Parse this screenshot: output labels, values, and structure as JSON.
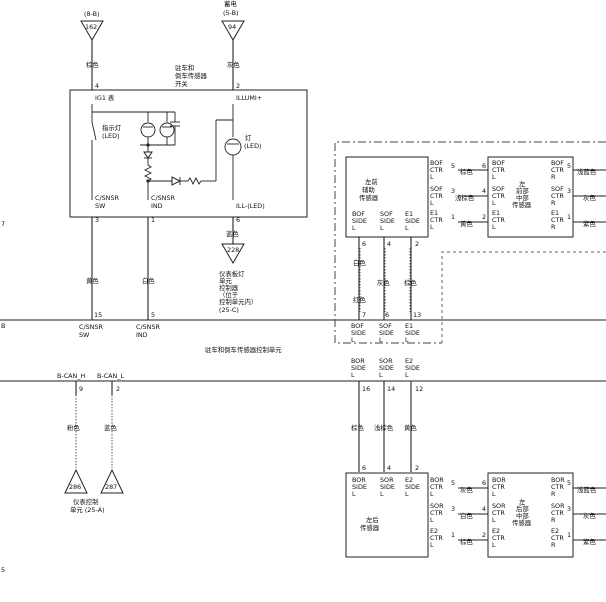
{
  "connectors": {
    "c162": {
      "ref": "(8-B)",
      "num": "162",
      "color": "棕色"
    },
    "c94": {
      "ref1": "蓄电",
      "ref2": "(5-B)",
      "num": "94",
      "color": "灰色"
    },
    "c228": {
      "num": "228",
      "lines": [
        "仪表板灯",
        "单元",
        "控制器",
        "（位于",
        "控制单元内）",
        "(25-C)"
      ]
    },
    "c286": {
      "num": "286"
    },
    "c287": {
      "num": "287"
    }
  },
  "switch_unit": {
    "title": [
      "驻车和",
      "倒车传感器",
      "开关"
    ],
    "pin_ig1": "IG1 表",
    "pin_illumi": "ILLUMI+",
    "indicator": [
      "指示灯",
      "(LED)"
    ],
    "lamp": [
      "灯",
      "(LED)"
    ],
    "pin4": "4",
    "pin2": "2",
    "pin3": "3",
    "pin1": "1",
    "pin6": "6",
    "csnsr_sw": [
      "C/SNSR",
      "SW"
    ],
    "csnsr_ind": [
      "C/SNSR",
      "IND"
    ],
    "ill_led": "ILL-(LED)"
  },
  "wire_colors": {
    "blue": "蓝色",
    "yellow": "黄色",
    "white": "白色",
    "pink": "粉色",
    "grey": "灰色",
    "brown": "棕色",
    "red": "红色",
    "greyish": "浅棕色",
    "light_blue": "浅蓝色",
    "purple": "紫色"
  },
  "control_unit": {
    "label": "驻车和倒车传感器控制单元",
    "left_b": "B",
    "pin15": "15",
    "pin5": "5",
    "pin9": "9",
    "pin2": "2",
    "csnsr_sw": [
      "C/SNSR",
      "SW"
    ],
    "csnsr_ind": [
      "C/SNSR",
      "IND"
    ],
    "bcan_h": "B-CAN_H",
    "bcan_l": "B-CAN_L",
    "front_pins": {
      "p7": "7",
      "p6": "6",
      "p13": "13"
    },
    "front_names": {
      "bof": [
        "BOF",
        "SIDE",
        "L"
      ],
      "sof": [
        "SOF",
        "SIDE",
        "L"
      ],
      "e1": [
        "E1",
        "SIDE",
        "L"
      ]
    },
    "rear_names": {
      "bor": [
        "BOR",
        "SIDE",
        "L"
      ],
      "sor": [
        "SOR",
        "SIDE",
        "L"
      ],
      "e2": [
        "E2",
        "SIDE",
        "L"
      ]
    },
    "rear_pins": {
      "p16": "16",
      "p14": "14",
      "p12": "12"
    }
  },
  "instrument": {
    "lines": [
      "仪表控制",
      "单元 (25-A)"
    ]
  },
  "front_left_sensor": {
    "title": [
      "左前",
      "辅助",
      "传感器"
    ],
    "pins_bottom": [
      "6",
      "4",
      "2"
    ],
    "bottom_names": [
      [
        "BOF",
        "SIDE",
        "L"
      ],
      [
        "SOF",
        "SIDE",
        "L"
      ],
      [
        "E1",
        "SIDE",
        "L"
      ]
    ],
    "right_names": [
      [
        "BOF",
        "CTR",
        "L"
      ],
      [
        "SOF",
        "CTR",
        "L"
      ],
      [
        "E1",
        "CTR",
        "L"
      ]
    ],
    "right_pins": [
      "5",
      "3",
      "1"
    ]
  },
  "front_mid_sensor": {
    "title": [
      "左",
      "前部",
      "中部",
      "传感器"
    ],
    "left_pins": [
      "6",
      "4",
      "2"
    ],
    "left_names": [
      [
        "BOF",
        "CTR",
        "L"
      ],
      [
        "SOF",
        "CTR",
        "L"
      ],
      [
        "E1",
        "CTR",
        "L"
      ]
    ],
    "right_names": [
      [
        "BOF",
        "CTR",
        "R"
      ],
      [
        "SOF",
        "CTR",
        "R"
      ],
      [
        "E1",
        "CTR",
        "R"
      ]
    ],
    "right_pins": [
      "5",
      "3",
      "1"
    ]
  },
  "rear_left_sensor": {
    "title": [
      "左后",
      "传感器"
    ],
    "pins_top": [
      "6",
      "4",
      "2"
    ],
    "top_names": [
      [
        "BOR",
        "SIDE",
        "L"
      ],
      [
        "SOR",
        "SIDE",
        "L"
      ],
      [
        "E2",
        "SIDE",
        "L"
      ]
    ],
    "right_names": [
      [
        "BOR",
        "CTR",
        "L"
      ],
      [
        "SOR",
        "CTR",
        "L"
      ],
      [
        "E2",
        "CTR",
        "L"
      ]
    ],
    "right_pins": [
      "5",
      "3",
      "1"
    ]
  },
  "rear_mid_sensor": {
    "title": [
      "左",
      "后部",
      "中部",
      "传感器"
    ],
    "left_pins": [
      "6",
      "4",
      "2"
    ],
    "left_names": [
      [
        "BOR",
        "CTR",
        "L"
      ],
      [
        "SOR",
        "CTR",
        "L"
      ],
      [
        "E2",
        "CTR",
        "L"
      ]
    ],
    "right_names": [
      [
        "BOR",
        "CTR",
        "R"
      ],
      [
        "SOR",
        "CTR",
        "R"
      ],
      [
        "E2",
        "CTR",
        "R"
      ]
    ],
    "right_pins": [
      "5",
      "3",
      "1"
    ]
  },
  "edge_marks": {
    "left_digit": "7",
    "left_b": "B",
    "bottom_left": "5"
  }
}
